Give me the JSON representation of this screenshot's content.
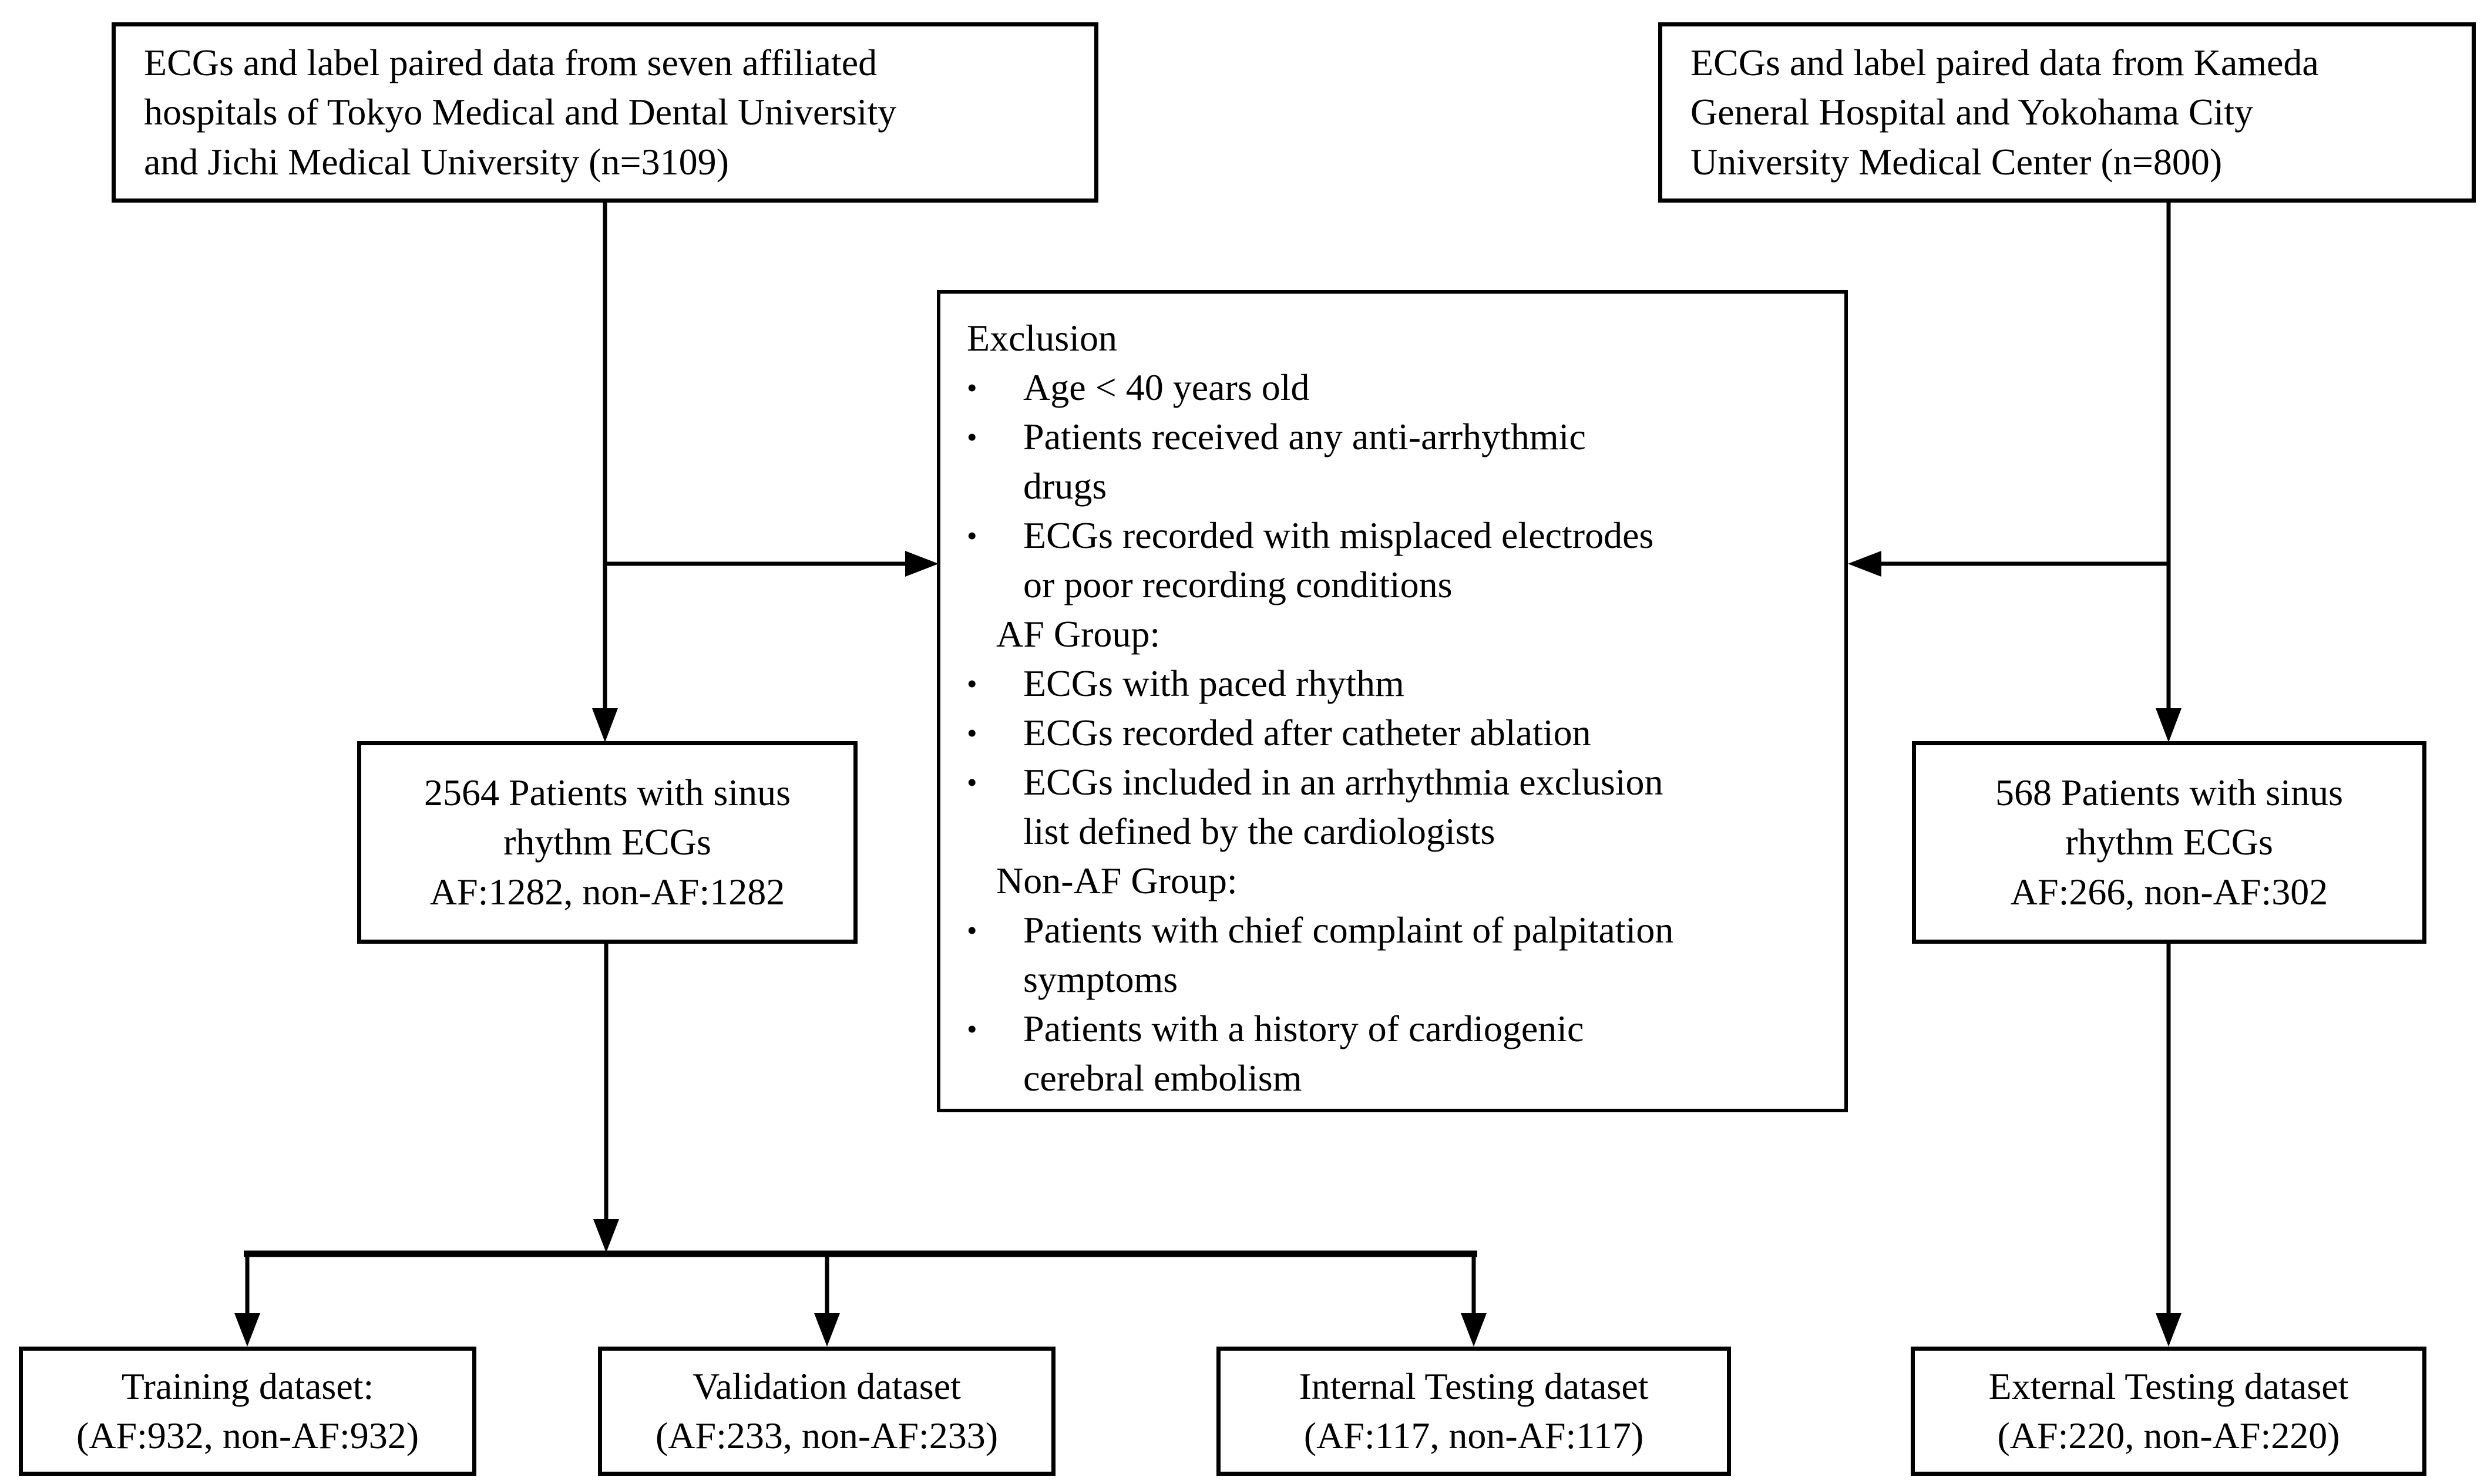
{
  "figure": {
    "type": "flowchart",
    "background_color": "#ffffff",
    "ink_color": "#000000"
  },
  "nodes": {
    "source_left": {
      "text": "ECGs and label paired data from seven affiliated\nhospitals of Tokyo Medical and Dental University\nand Jichi Medical University (n=3109)"
    },
    "source_right": {
      "text": "ECGs and label paired data from Kameda\nGeneral Hospital and Yokohama City\nUniversity Medical Center (n=800)"
    },
    "exclusion": {
      "title": "Exclusion",
      "bullet_char": "•",
      "items": [
        {
          "type": "bullet",
          "text": "Age < 40 years old"
        },
        {
          "type": "bullet",
          "text": "Patients received any anti-arrhythmic\ndrugs"
        },
        {
          "type": "bullet",
          "text": "ECGs recorded with misplaced electrodes\nor poor recording conditions"
        },
        {
          "type": "heading",
          "text": "AF Group:"
        },
        {
          "type": "bullet",
          "text": "ECGs with paced rhythm"
        },
        {
          "type": "bullet",
          "text": "ECGs recorded after catheter ablation"
        },
        {
          "type": "bullet",
          "text": "ECGs included in an arrhythmia exclusion\nlist defined by the cardiologists"
        },
        {
          "type": "heading",
          "text": "Non-AF Group:"
        },
        {
          "type": "bullet",
          "text": "Patients with chief complaint of palpitation\nsymptoms"
        },
        {
          "type": "bullet",
          "text": "Patients with a history of cardiogenic\ncerebral embolism"
        }
      ]
    },
    "sinus_left": {
      "text": "2564 Patients with sinus\nrhythm ECGs\nAF:1282,  non-AF:1282"
    },
    "sinus_right": {
      "text": "568 Patients with sinus\nrhythm ECGs\nAF:266,  non-AF:302"
    },
    "training": {
      "text": "Training dataset:\n(AF:932, non-AF:932)"
    },
    "validation": {
      "text": "Validation dataset\n(AF:233, non-AF:233)"
    },
    "internal_testing": {
      "text": "Internal Testing dataset\n(AF:117,  non-AF:117)"
    },
    "external_testing": {
      "text": "External Testing dataset\n(AF:220,  non-AF:220)"
    }
  }
}
